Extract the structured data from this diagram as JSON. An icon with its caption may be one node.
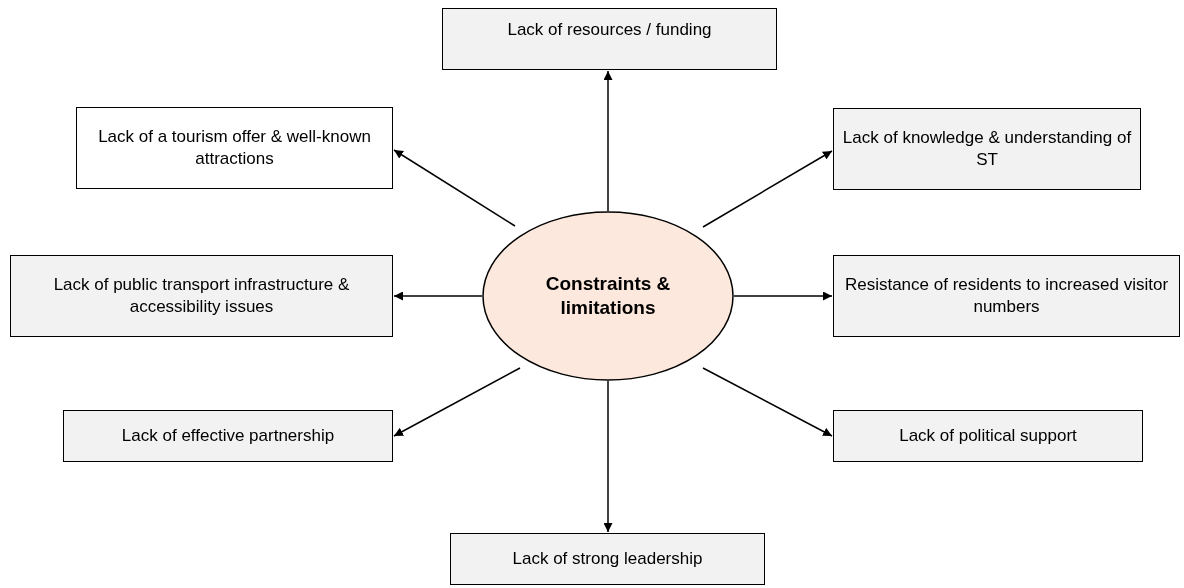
{
  "diagram": {
    "nodes": [
      {
        "text": [
          "Constraints & limitations"
        ]
      },
      {
        "text": [
          "Lack of resources / funding"
        ]
      },
      {
        "text": [
          "Lack of a tourism offer & well-known attractions"
        ]
      },
      {
        "text": [
          "Lack of knowledge & understanding of ST"
        ]
      },
      {
        "text": [
          "Lack of public transport infrastructure & accessibility issues"
        ]
      },
      {
        "text": [
          "Resistance of residents to increased visitor numbers"
        ]
      },
      {
        "text": [
          "Lack of effective partnership"
        ]
      },
      {
        "text": [
          "Lack of political support"
        ]
      },
      {
        "text": [
          "Lack of strong leadership"
        ]
      }
    ],
    "edges": [
      {
        "from": 0,
        "to": 1,
        "arrow": "to"
      },
      {
        "from": 0,
        "to": 2,
        "arrow": "to"
      },
      {
        "from": 0,
        "to": 3,
        "arrow": "to"
      },
      {
        "from": 0,
        "to": 4,
        "arrow": "to"
      },
      {
        "from": 0,
        "to": 5,
        "arrow": "to"
      },
      {
        "from": 0,
        "to": 6,
        "arrow": "to"
      },
      {
        "from": 0,
        "to": 7,
        "arrow": "to"
      },
      {
        "from": 0,
        "to": 8,
        "arrow": "to"
      }
    ]
  }
}
